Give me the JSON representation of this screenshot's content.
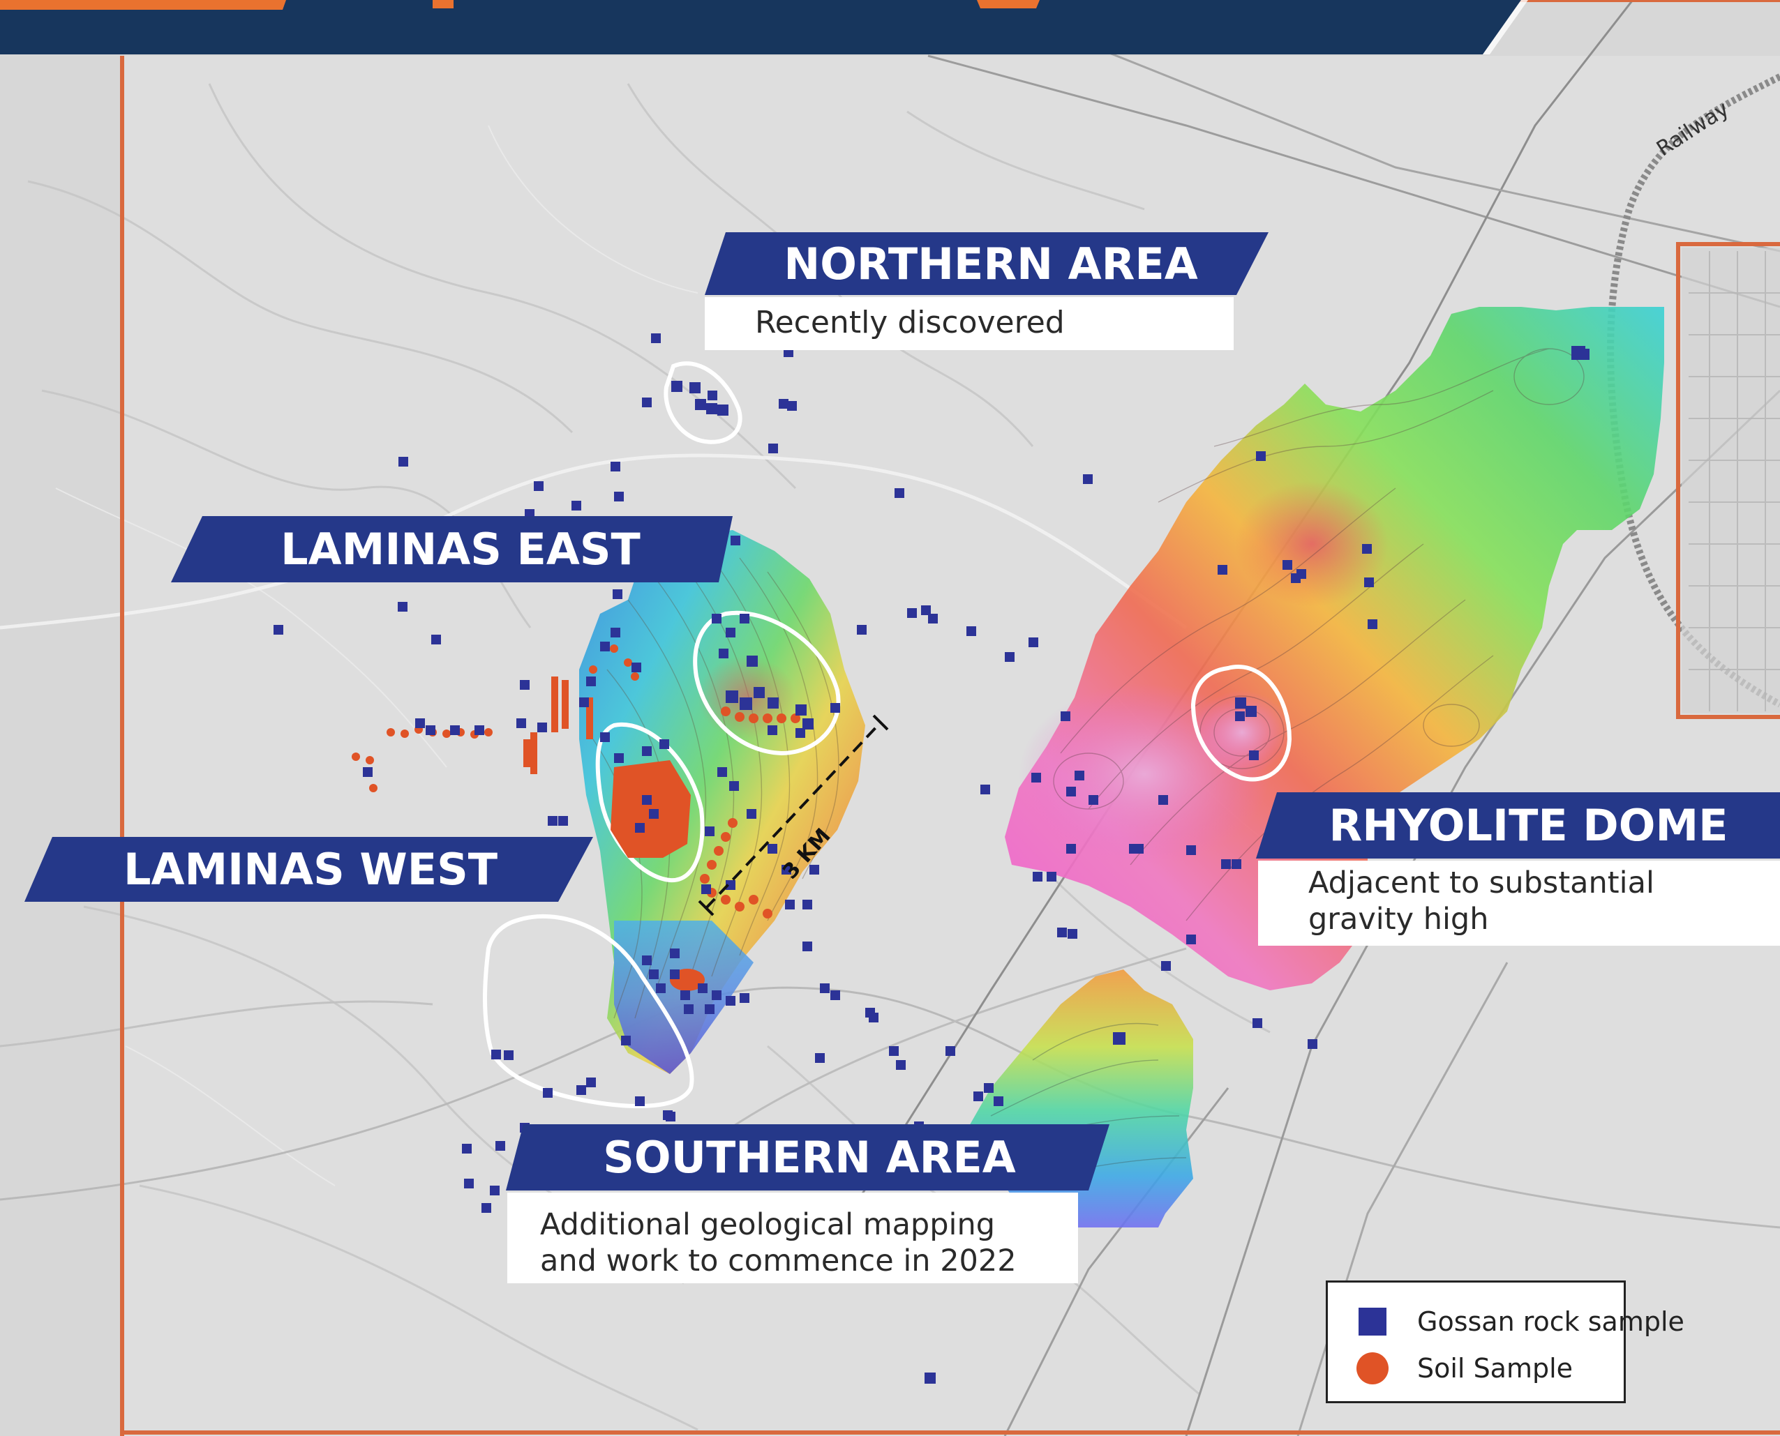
{
  "colors": {
    "banner_navy": "#253889",
    "header_navy": "#17365d",
    "accent_orange": "#e9722f",
    "boundary_orange": "#d9693e",
    "gossan_blue": "#2c3397",
    "soil_orange": "#e05326",
    "outline_white": "#ffffff"
  },
  "labels": {
    "northern": {
      "title": "NORTHERN AREA",
      "sub": [
        "Recently discovered"
      ]
    },
    "laminas_east": {
      "title": "LAMINAS EAST"
    },
    "laminas_west": {
      "title": "LAMINAS WEST"
    },
    "southern": {
      "title": "SOUTHERN AREA",
      "sub": [
        "Additional geological mapping",
        "and work to commence in 2022"
      ]
    },
    "rhyolite": {
      "title": "RHYOLITE DOME",
      "sub": [
        "Adjacent to substantial",
        "gravity high"
      ]
    }
  },
  "scale_bar": {
    "label": "3 KM"
  },
  "railway_label": "Railway",
  "legend": {
    "items": [
      {
        "symbol": "square",
        "label": "Gossan rock sample"
      },
      {
        "symbol": "circle",
        "label": "Soil Sample"
      }
    ]
  }
}
